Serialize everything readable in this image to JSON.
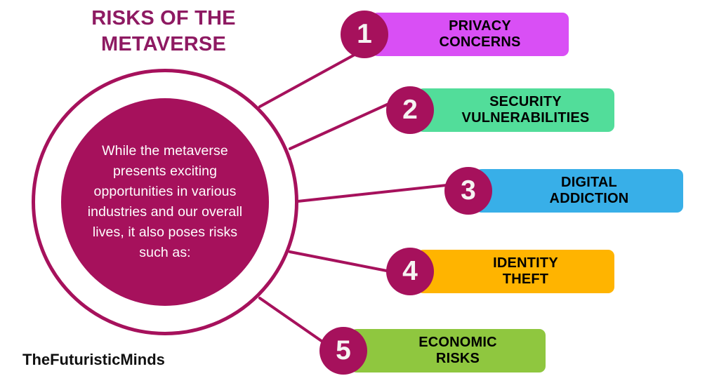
{
  "page": {
    "title": "RISKS OF THE\nMETAVERSE",
    "background_color": "#FFFFFF",
    "brand_color": "#A6115C",
    "title_color": "#8E1A62"
  },
  "hub": {
    "text": "While the metaverse presents exciting opportunities in various industries and our overall lives, it also poses risks such as:",
    "fill_color": "#A6115C",
    "ring_color": "#A6115C",
    "text_color": "#FFFFFF"
  },
  "risks": [
    {
      "number": "1",
      "label": "PRIVACY\nCONCERNS",
      "bar_color": "#D94FF5",
      "badge_color": "#A6115C",
      "text_color": "#000000"
    },
    {
      "number": "2",
      "label": "SECURITY\nVULNERABILITIES",
      "bar_color": "#52DD9A",
      "badge_color": "#A6115C",
      "text_color": "#000000"
    },
    {
      "number": "3",
      "label": "DIGITAL\nADDICTION",
      "bar_color": "#38AFE8",
      "badge_color": "#A6115C",
      "text_color": "#000000"
    },
    {
      "number": "4",
      "label": "IDENTITY\nTHEFT",
      "bar_color": "#FFB400",
      "badge_color": "#A6115C",
      "text_color": "#000000"
    },
    {
      "number": "5",
      "label": "ECONOMIC\nRISKS",
      "bar_color": "#8FC73F",
      "badge_color": "#A6115C",
      "text_color": "#000000"
    }
  ],
  "footer": {
    "brand": "TheFuturisticMinds",
    "color": "#111111"
  }
}
